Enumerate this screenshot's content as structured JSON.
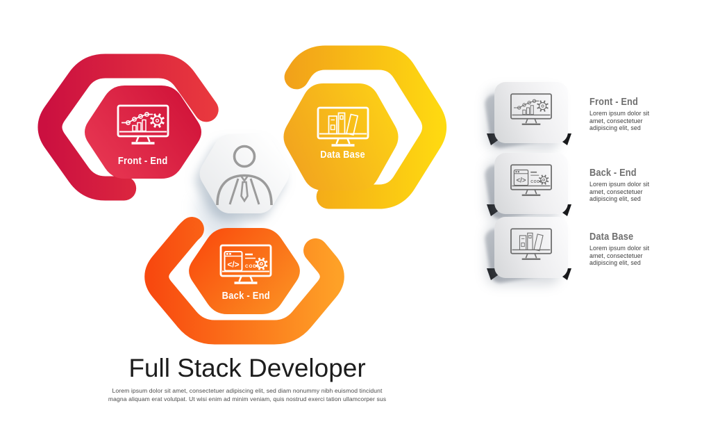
{
  "palette": {
    "red_from": "#cb1040",
    "red_to": "#ea3a3e",
    "red_hex_from": "#ea3b55",
    "red_hex_to": "#ce0f36",
    "yellow_from": "#f0991b",
    "yellow_to": "#ffdd10",
    "yellow_hex_from": "#f1a11f",
    "yellow_hex_to": "#fdd216",
    "orange_from": "#f8490f",
    "orange_to": "#fea127",
    "orange_hex_from": "#fa4e0e",
    "orange_hex_to": "#fb9323",
    "white_hex_from": "#ffffff",
    "white_hex_to": "#e7e9eb",
    "icon_white": "#ffffff",
    "icon_gray": "#6d6d6d",
    "person_gray": "#9b9b9b",
    "triangle_black": "#17181a"
  },
  "diagram": {
    "nodes": [
      {
        "id": "front-end",
        "label": "Front - End",
        "icon": "frontend-chart-monitor-icon"
      },
      {
        "id": "data-base",
        "label": "Data Base",
        "icon": "database-books-monitor-icon"
      },
      {
        "id": "back-end",
        "label": "Back - End",
        "icon": "backend-code-monitor-icon"
      }
    ],
    "center": {
      "icon": "developer-person-icon"
    },
    "icon_text": {
      "code_symbol": "</>",
      "code_label": "CODE"
    }
  },
  "legend": {
    "items": [
      {
        "title": "Front - End",
        "icon": "frontend-chart-monitor-icon",
        "body": "Lorem ipsum dolor sit amet, consectetuer adipiscing elit, sed"
      },
      {
        "title": "Back - End",
        "icon": "backend-code-monitor-icon",
        "body": "Lorem ipsum dolor sit amet, consectetuer adipiscing elit, sed"
      },
      {
        "title": "Data Base",
        "icon": "database-books-monitor-icon",
        "body": "Lorem ipsum dolor sit amet, consectetuer adipiscing elit, sed"
      }
    ]
  },
  "footer": {
    "title": "Full Stack Developer",
    "line1": "Lorem ipsum dolor sit amet, consectetuer adipiscing elit, sed diam nonummy nibh euismod tincidunt",
    "line2": "magna aliquam erat volutpat. Ut wisi enim ad minim veniam, quis nostrud exerci tation ullamcorper sus"
  }
}
